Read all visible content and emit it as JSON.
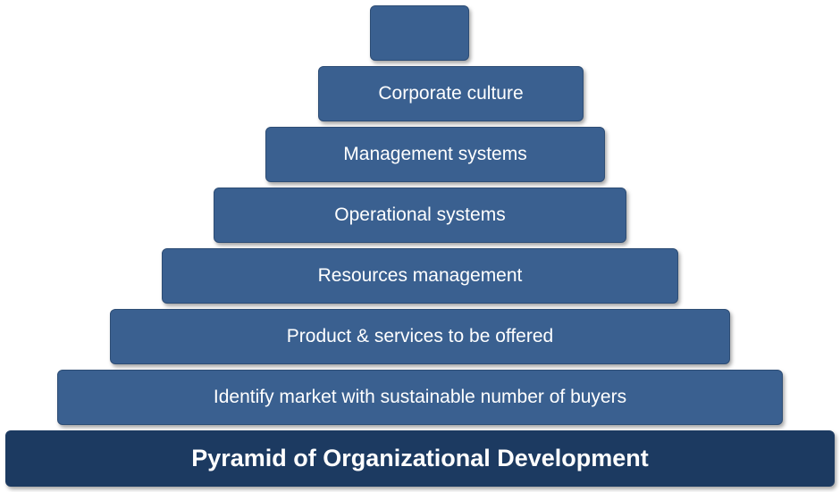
{
  "pyramid": {
    "tiers": [
      {
        "label": ""
      },
      {
        "label": "Corporate culture"
      },
      {
        "label": "Management systems"
      },
      {
        "label": "Operational systems"
      },
      {
        "label": "Resources management"
      },
      {
        "label": "Product & services to be offered"
      },
      {
        "label": "Identify market with sustainable number of buyers"
      }
    ],
    "base_label": "Pyramid of Organizational Development"
  },
  "colors": {
    "tier_fill": "#3a6090",
    "base_fill": "#1c3a61",
    "text": "#ffffff"
  }
}
